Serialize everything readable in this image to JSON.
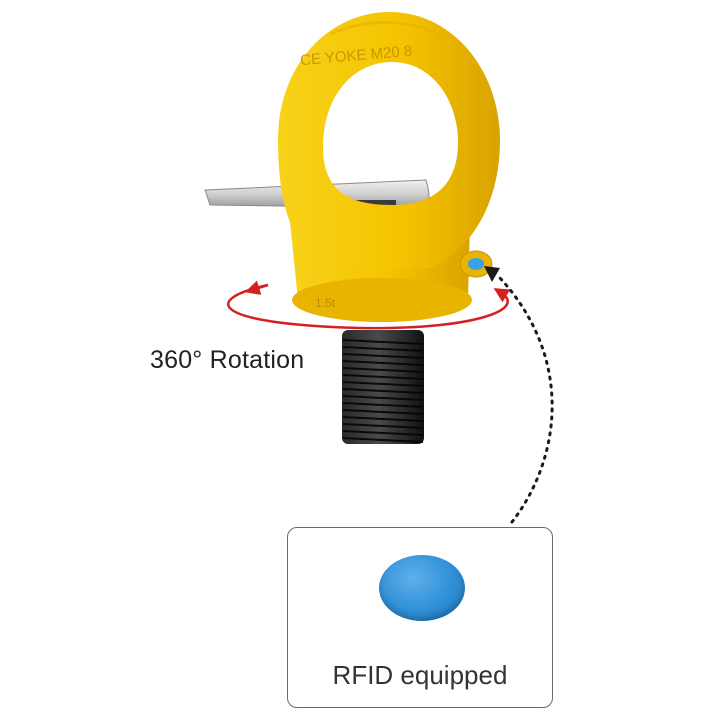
{
  "product": {
    "body_color": "#f5c400",
    "body_shadow_color": "#d9a300",
    "bolt_color": "#1b1b1b",
    "washer_color": "#cfcfcf",
    "ring_marking": "CE YOKE M20 8",
    "base_marking": "1.5t"
  },
  "rotation": {
    "label": "360° Rotation",
    "arrow_color": "#d42020"
  },
  "rfid": {
    "label": "RFID equipped",
    "tag_color": "#2f8fd6",
    "pointer_icon": "dotted-arrow-icon"
  }
}
